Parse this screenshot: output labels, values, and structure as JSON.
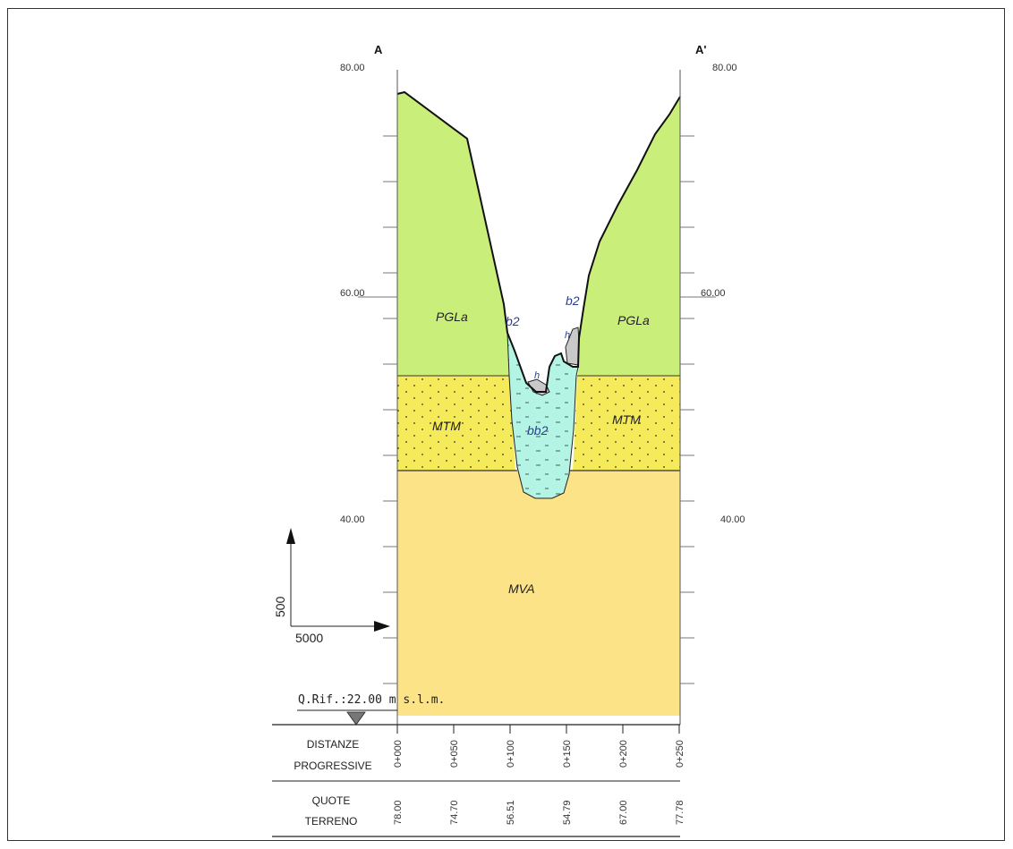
{
  "section": {
    "left_label": "A",
    "right_label": "A'"
  },
  "elevations": {
    "left": [
      "80.00",
      "60.00",
      "40.00"
    ],
    "right": [
      "80.00",
      "60.00",
      "40.00"
    ]
  },
  "units": {
    "pgla": "PGLa",
    "mtm": "MTM",
    "mva": "MVA",
    "b2": "b2",
    "bb2": "bb2",
    "h": "h"
  },
  "scale": {
    "vertical": "500",
    "horizontal": "5000"
  },
  "reference_level": "Q.Rif.:22.00 m s.l.m.",
  "table": {
    "row1_label_1": "DISTANZE",
    "row1_label_2": "PROGRESSIVE",
    "row2_label_1": "QUOTE",
    "row2_label_2": "TERRENO",
    "distances": [
      "0+000",
      "0+050",
      "0+100",
      "0+150",
      "0+200",
      "0+250"
    ],
    "elevations": [
      "78.00",
      "74.70",
      "56.51",
      "54.79",
      "67.00",
      "77.78"
    ]
  },
  "colors": {
    "pgla": "#c9ef7a",
    "mtm": "#f5ea5a",
    "mva": "#fce387",
    "bb2": "#b4f4e4",
    "h": "#c9c9c9"
  }
}
